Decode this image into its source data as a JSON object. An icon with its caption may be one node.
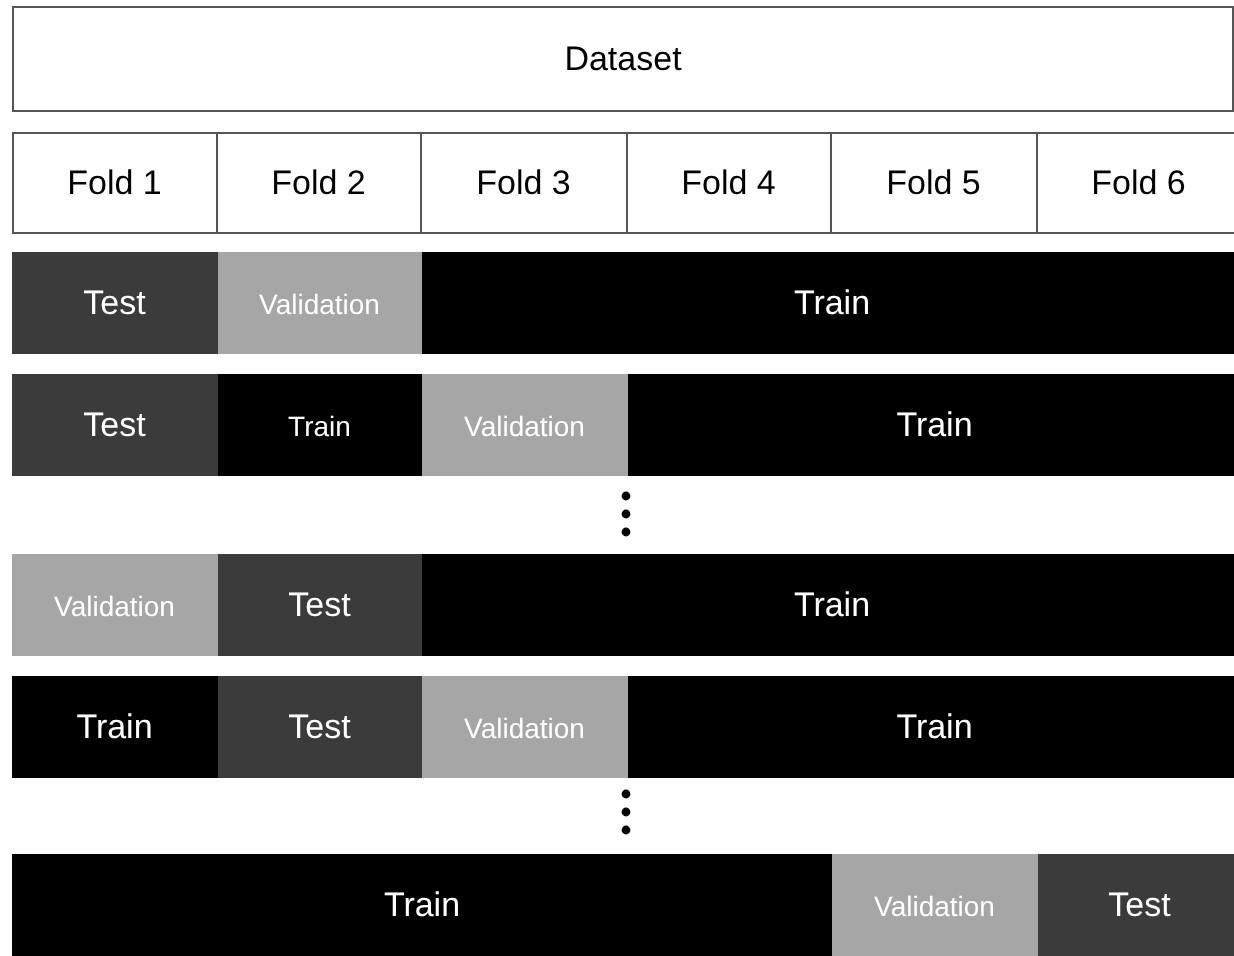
{
  "diagram": {
    "nodes": [
      {
        "text": [
          "Dataset"
        ]
      },
      {
        "text": [
          "Fold 1"
        ]
      },
      {
        "text": [
          "Fold 2"
        ]
      },
      {
        "text": [
          "Fold 3"
        ]
      },
      {
        "text": [
          "Fold 4"
        ]
      },
      {
        "text": [
          "Fold 5"
        ]
      },
      {
        "text": [
          "Fold 6"
        ]
      },
      {
        "text": [
          "Test"
        ]
      },
      {
        "text": [
          "Validation"
        ]
      },
      {
        "text": [
          "Train"
        ]
      },
      {
        "text": [
          "Test"
        ]
      },
      {
        "text": [
          "Train"
        ]
      },
      {
        "text": [
          "Validation"
        ]
      },
      {
        "text": [
          "Train"
        ]
      },
      {
        "text": [
          "Validation"
        ]
      },
      {
        "text": [
          "Test"
        ]
      },
      {
        "text": [
          "Train"
        ]
      },
      {
        "text": [
          "Train"
        ]
      },
      {
        "text": [
          "Test"
        ]
      },
      {
        "text": [
          "Validation"
        ]
      },
      {
        "text": [
          "Train"
        ]
      },
      {
        "text": [
          "Train"
        ]
      },
      {
        "text": [
          "Validation"
        ]
      },
      {
        "text": [
          "Test"
        ]
      }
    ]
  }
}
